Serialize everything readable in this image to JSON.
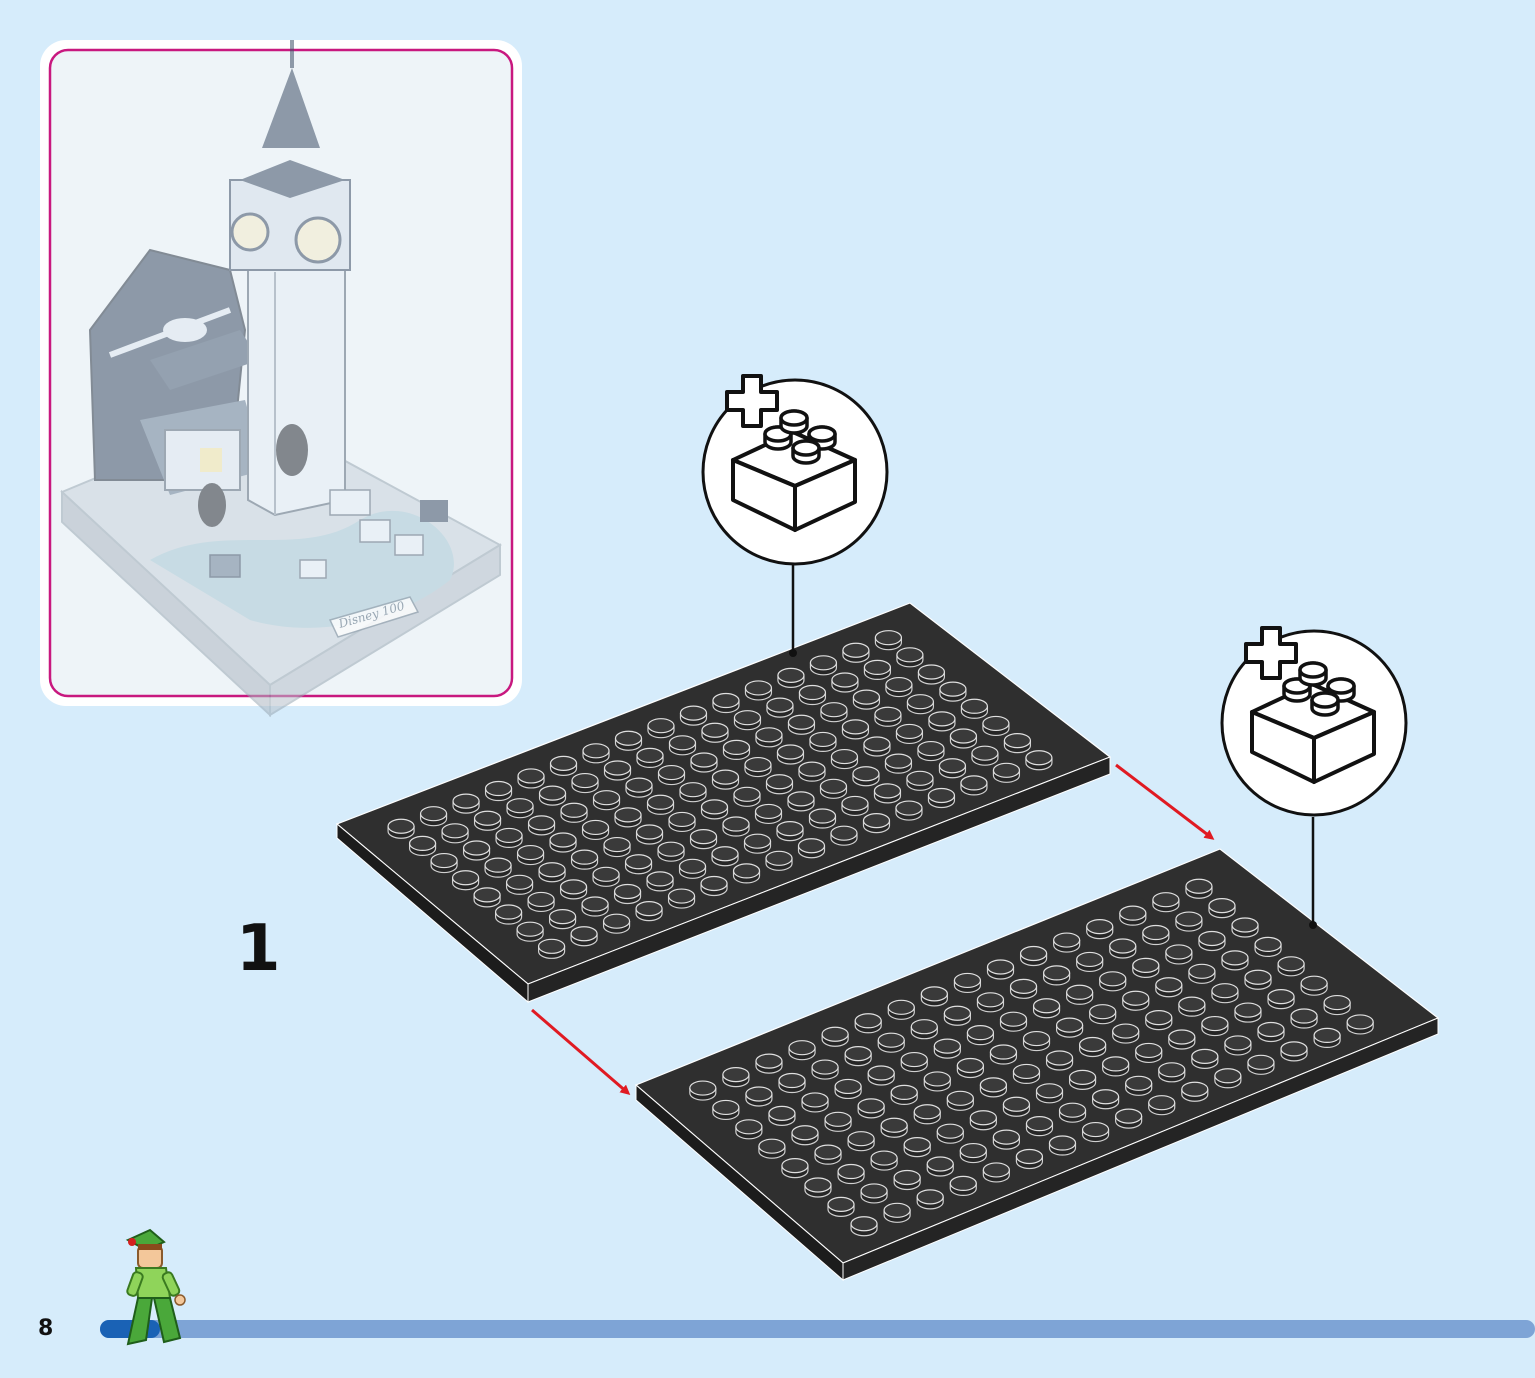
{
  "step": {
    "number": "1"
  },
  "page": {
    "number": "8"
  },
  "preview": {
    "stamp_text": "Disney 100"
  },
  "callouts": [
    {
      "icon": "add-brick-icon",
      "part": "black-plate"
    },
    {
      "icon": "add-brick-icon",
      "part": "black-plate"
    }
  ],
  "plates": [
    {
      "color": "#2f2f2f",
      "studs_cols": 16,
      "studs_rows": 8
    },
    {
      "color": "#2f2f2f",
      "studs_cols": 16,
      "studs_rows": 8
    }
  ],
  "colors": {
    "background": "#d6ecfb",
    "frame_border": "#c8187f",
    "arrow": "#e01a22",
    "progress_bar": "#7ea4d6",
    "progress_bar_start": "#1a62b5"
  }
}
